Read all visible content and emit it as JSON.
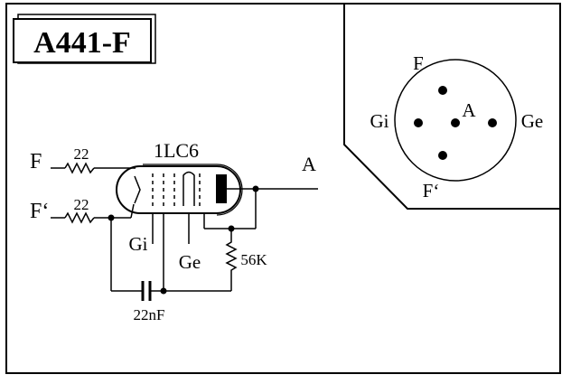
{
  "title": "A441-F",
  "schematic": {
    "tube_type": "1LC6",
    "pin_f": "F",
    "pin_f_prime": "F‘",
    "resistor_f": "22",
    "resistor_f_prime": "22",
    "pin_a": "A",
    "grid_gi": "Gi",
    "grid_ge": "Ge",
    "resistor_load": "56K",
    "capacitor": "22nF"
  },
  "socket": {
    "pin_f": "F",
    "pin_f_prime": "F‘",
    "pin_a": "A",
    "pin_gi": "Gi",
    "pin_ge": "Ge"
  },
  "colors": {
    "ink": "#000000",
    "paper": "#ffffff"
  }
}
